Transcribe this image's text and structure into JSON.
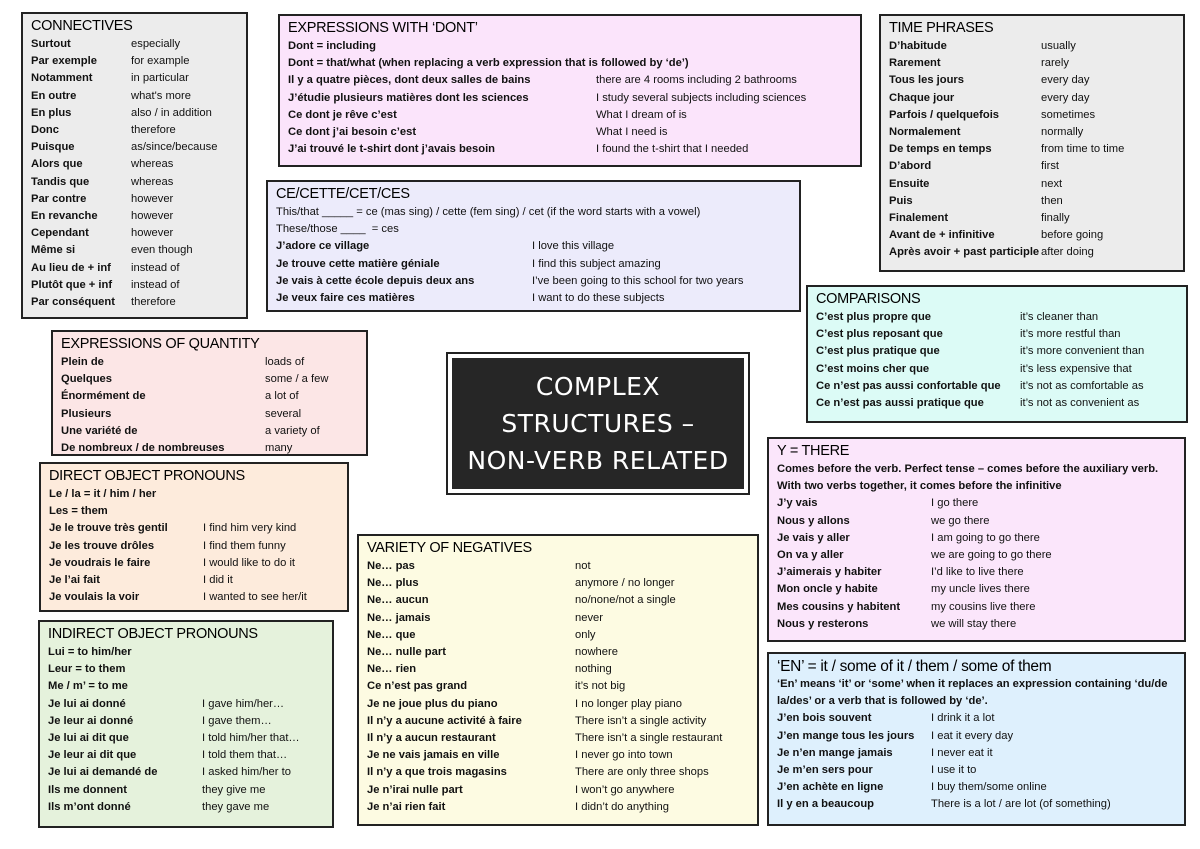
{
  "title": {
    "lines": [
      "COMPLEX",
      "STRUCTURES –",
      "NON-VERB RELATED"
    ]
  },
  "connectives": {
    "heading": "CONNECTIVES",
    "rows": [
      {
        "fr": "Surtout",
        "en": "especially"
      },
      {
        "fr": "Par exemple",
        "en": "for example"
      },
      {
        "fr": "Notamment",
        "en": "in particular"
      },
      {
        "fr": "En outre",
        "en": "what's more"
      },
      {
        "fr": "En plus",
        "en": "also / in addition"
      },
      {
        "fr": "Donc",
        "en": "therefore"
      },
      {
        "fr": "Puisque",
        "en": "as/since/because"
      },
      {
        "fr": "Alors que",
        "en": "whereas"
      },
      {
        "fr": "Tandis que",
        "en": "whereas"
      },
      {
        "fr": "Par contre",
        "en": "however"
      },
      {
        "fr": "En revanche",
        "en": "however"
      },
      {
        "fr": "Cependant",
        "en": "however"
      },
      {
        "fr": "Même si",
        "en": "even though"
      },
      {
        "fr": "Au lieu de + inf",
        "en": "instead of"
      },
      {
        "fr": "Plutôt que + inf",
        "en": "instead of"
      },
      {
        "fr": "Par conséquent",
        "en": "therefore"
      }
    ]
  },
  "dont": {
    "heading": "EXPRESSIONS WITH ‘DONT’",
    "notes": [
      "Dont = including",
      "Dont = that/what (when replacing a verb expression that is followed by ‘de’)"
    ],
    "rows": [
      {
        "fr": "Il y a quatre pièces, dont deux salles de bains",
        "en": "there are 4 rooms including 2 bathrooms"
      },
      {
        "fr": "J’étudie plusieurs matières dont les sciences",
        "en": "I study several subjects including sciences"
      },
      {
        "fr": "Ce dont je rêve c’est",
        "en": "What I dream of is"
      },
      {
        "fr": "Ce dont j’ai besoin c’est",
        "en": "What I need is"
      },
      {
        "fr": "J’ai trouvé le t-shirt dont j’avais besoin",
        "en": "I found the t-shirt that I needed"
      }
    ]
  },
  "cette": {
    "heading": "CE/CETTE/CET/CES",
    "notes": [
      "This/that _____ = ce (mas sing) / cette (fem sing) / cet (if the word starts with a vowel)",
      "These/those ____  = ces"
    ],
    "rows": [
      {
        "fr": "J’adore ce village",
        "en": "I love this village"
      },
      {
        "fr": "Je trouve cette matière géniale",
        "en": "I find this subject amazing"
      },
      {
        "fr": "Je vais à cette école depuis deux ans",
        "en": "I’ve been going to this school for two years"
      },
      {
        "fr": "Je veux faire ces matières",
        "en": "I want to do these subjects"
      }
    ]
  },
  "time": {
    "heading": "TIME PHRASES",
    "rows": [
      {
        "fr": "D’habitude",
        "en": "usually"
      },
      {
        "fr": "Rarement",
        "en": "rarely"
      },
      {
        "fr": "Tous les jours",
        "en": "every day"
      },
      {
        "fr": "Chaque jour",
        "en": "every day"
      },
      {
        "fr": "Parfois / quelquefois",
        "en": "sometimes"
      },
      {
        "fr": "Normalement",
        "en": "normally"
      },
      {
        "fr": "De temps en temps",
        "en": "from time to time"
      },
      {
        "fr": "D’abord",
        "en": "first"
      },
      {
        "fr": "Ensuite",
        "en": "next"
      },
      {
        "fr": "Puis",
        "en": "then"
      },
      {
        "fr": "Finalement",
        "en": "finally"
      },
      {
        "fr": "Avant de + infinitive",
        "en": "before going"
      },
      {
        "fr": "Après avoir + past participle",
        "en": "after doing"
      }
    ]
  },
  "comparisons": {
    "heading": "COMPARISONS",
    "rows": [
      {
        "fr": "C’est plus propre que",
        "en": "it’s cleaner than"
      },
      {
        "fr": "C’est plus reposant que",
        "en": "it’s more restful than"
      },
      {
        "fr": "C’est plus pratique que",
        "en": "it’s more convenient than"
      },
      {
        "fr": "C’est moins cher que",
        "en": "it’s less expensive that"
      },
      {
        "fr": "Ce n’est pas aussi confortable que",
        "en": "it’s not as comfortable as"
      },
      {
        "fr": "Ce n’est pas aussi pratique que",
        "en": "it’s not as convenient as"
      }
    ]
  },
  "quantity": {
    "heading": "EXPRESSIONS OF QUANTITY",
    "rows": [
      {
        "fr": "Plein de",
        "en": "loads of"
      },
      {
        "fr": "Quelques",
        "en": "some / a few"
      },
      {
        "fr": "Énormément de",
        "en": "a lot of"
      },
      {
        "fr": "Plusieurs",
        "en": "several"
      },
      {
        "fr": "Une variété de",
        "en": "a variety of"
      },
      {
        "fr": "De nombreux / de nombreuses",
        "en": "many"
      }
    ]
  },
  "direct": {
    "heading": "DIRECT OBJECT PRONOUNS",
    "notes": [
      "Le / la = it / him / her",
      "Les = them"
    ],
    "rows": [
      {
        "fr": "Je le trouve très gentil",
        "en": "I find him very kind"
      },
      {
        "fr": "Je les trouve drôles",
        "en": "I find them funny"
      },
      {
        "fr": "Je voudrais le faire",
        "en": "I would like to do it"
      },
      {
        "fr": "Je l’ai fait",
        "en": "I did it"
      },
      {
        "fr": "Je voulais la voir",
        "en": "I wanted to see her/it"
      }
    ]
  },
  "indirect": {
    "heading": "INDIRECT OBJECT PRONOUNS",
    "notes": [
      "Lui = to him/her",
      "Leur = to them",
      "Me / m’ = to me"
    ],
    "rows": [
      {
        "fr": "Je lui ai donné",
        "en": "I gave him/her…"
      },
      {
        "fr": "Je leur ai donné",
        "en": "I gave them…"
      },
      {
        "fr": "Je lui ai dit que",
        "en": "I told him/her that…"
      },
      {
        "fr": "Je leur ai dit que",
        "en": "I told them that…"
      },
      {
        "fr": "Je lui ai demandé de",
        "en": "I asked him/her to"
      },
      {
        "fr": "Ils me donnent",
        "en": "they give me"
      },
      {
        "fr": "Ils m’ont donné",
        "en": "they gave me"
      }
    ]
  },
  "negatives": {
    "heading": "VARIETY OF NEGATIVES",
    "rows": [
      {
        "fr": "Ne… pas",
        "en": "not"
      },
      {
        "fr": "Ne… plus",
        "en": "anymore / no longer"
      },
      {
        "fr": "Ne… aucun",
        "en": "no/none/not a single"
      },
      {
        "fr": "Ne… jamais",
        "en": "never"
      },
      {
        "fr": "Ne… que",
        "en": "only"
      },
      {
        "fr": "Ne… nulle part",
        "en": "nowhere"
      },
      {
        "fr": "Ne… rien",
        "en": "nothing"
      },
      {
        "fr": "Ce n’est pas grand",
        "en": "it’s not big"
      },
      {
        "fr": "Je ne joue plus du piano",
        "en": "I no longer play piano"
      },
      {
        "fr": "Il n’y a aucune activité à faire",
        "en": "There isn’t a single activity"
      },
      {
        "fr": "Il n’y a aucun restaurant",
        "en": "There isn’t a single restaurant"
      },
      {
        "fr": "Je ne vais jamais en ville",
        "en": "I never go into town"
      },
      {
        "fr": "Il n’y a que trois magasins",
        "en": "There are only three shops"
      },
      {
        "fr": "Je n’irai nulle part",
        "en": "I won’t go anywhere"
      },
      {
        "fr": "Je n’ai rien fait",
        "en": "I didn’t do anything"
      }
    ]
  },
  "y_there": {
    "heading": "Y = THERE",
    "note": "Comes before the verb. Perfect tense – comes before the auxiliary verb. With two verbs together, it comes before the infinitive",
    "rows": [
      {
        "fr": "J’y vais",
        "en": "I go there"
      },
      {
        "fr": "Nous y allons",
        "en": "we go there"
      },
      {
        "fr": "Je vais y aller",
        "en": "I am going to go there"
      },
      {
        "fr": "On va y aller",
        "en": "we are going to go there"
      },
      {
        "fr": "J’aimerais y habiter",
        "en": "I’d like to live there"
      },
      {
        "fr": "Mon oncle y habite",
        "en": "my uncle lives there"
      },
      {
        "fr": "Mes cousins y habitent",
        "en": "my cousins live there"
      },
      {
        "fr": "Nous y resterons",
        "en": "we will stay there"
      }
    ]
  },
  "en": {
    "heading": "‘EN’ = it / some of it / them / some of them",
    "note": "‘En’ means ‘it’ or ‘some’ when it replaces an expression containing ‘du/de la/des’ or a verb that is followed by ‘de’.",
    "rows": [
      {
        "fr": "J’en bois souvent",
        "en": "I drink it a lot"
      },
      {
        "fr": "J’en mange tous les jours",
        "en": "I eat it every day"
      },
      {
        "fr": "Je n’en mange jamais",
        "en": "I never eat it"
      },
      {
        "fr": "Je m’en sers pour",
        "en": "I use it to"
      },
      {
        "fr": "J’en achète en ligne",
        "en": "I buy them/some online"
      },
      {
        "fr": "Il y en a beaucoup",
        "en": "There is a lot / are lot (of something)"
      }
    ]
  }
}
